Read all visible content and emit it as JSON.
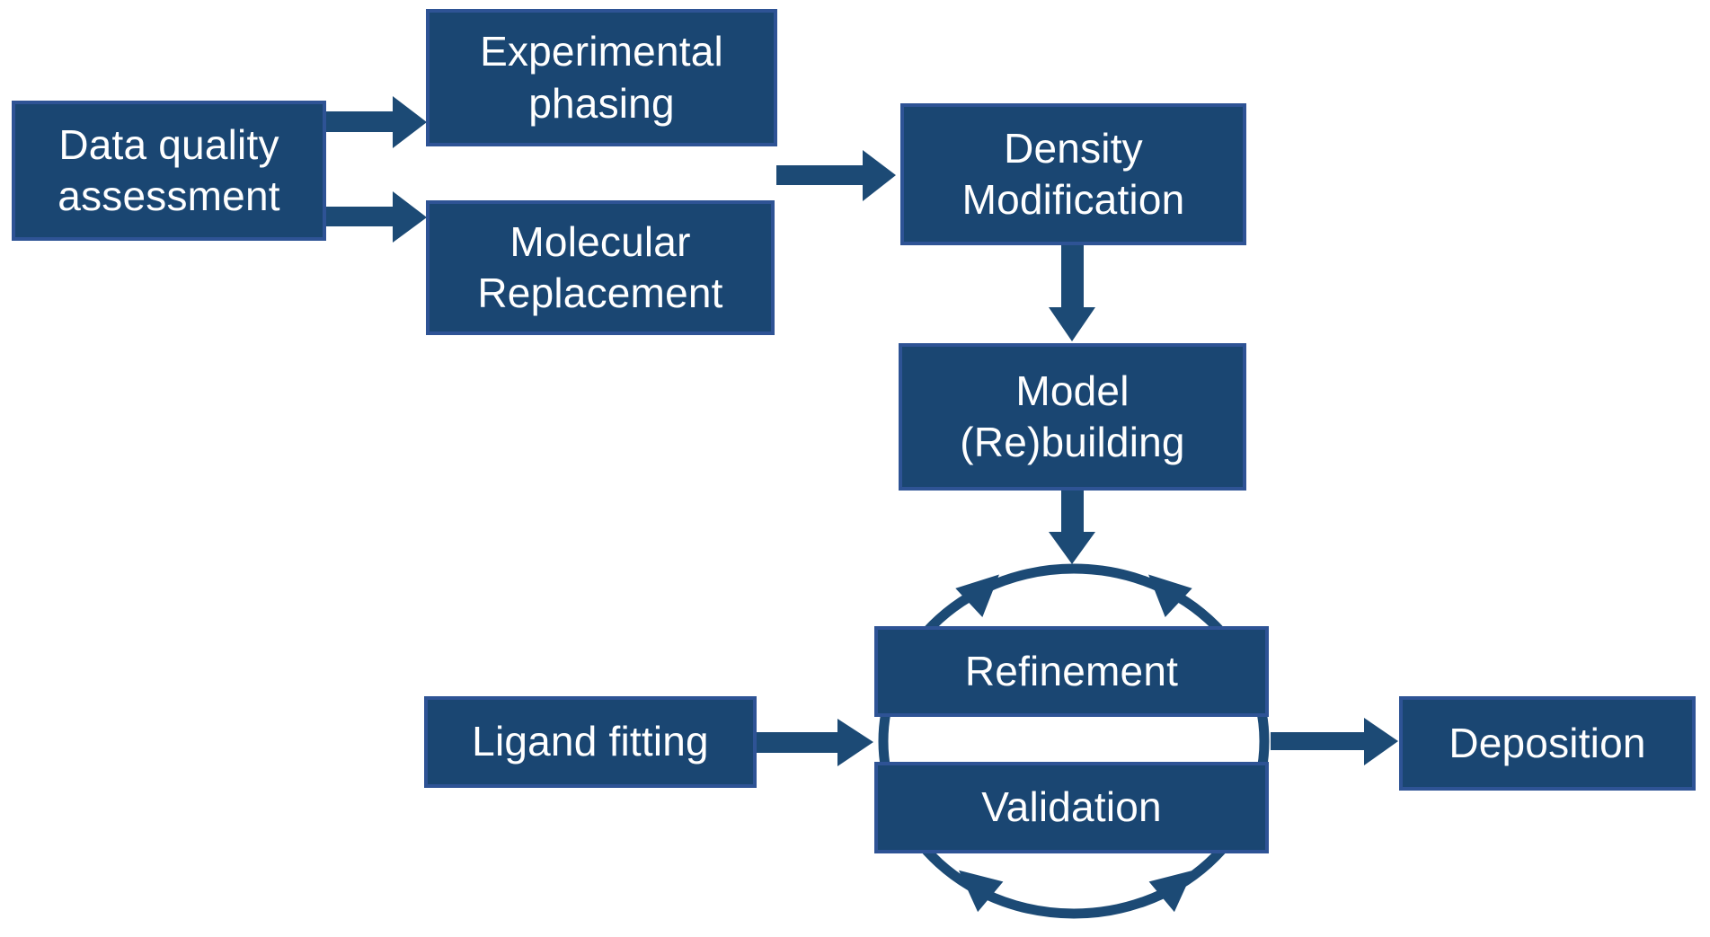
{
  "diagram": {
    "description": "Crystallography structure solution workflow flowchart",
    "colors": {
      "background": "#ffffff",
      "box_fill": "#1a4672",
      "box_border": "#2e5395",
      "arrow": "#1c4a75",
      "text": "#ffffff"
    },
    "nodes": [
      {
        "id": "data-quality-assessment",
        "label": "Data quality\nassessment"
      },
      {
        "id": "experimental-phasing",
        "label": "Experimental\nphasing"
      },
      {
        "id": "molecular-replacement",
        "label": "Molecular\nReplacement"
      },
      {
        "id": "density-modification",
        "label": "Density\nModification"
      },
      {
        "id": "model-rebuilding",
        "label": "Model\n(Re)building"
      },
      {
        "id": "refinement",
        "label": "Refinement"
      },
      {
        "id": "validation",
        "label": "Validation"
      },
      {
        "id": "ligand-fitting",
        "label": "Ligand fitting"
      },
      {
        "id": "deposition",
        "label": "Deposition"
      }
    ],
    "connections": [
      {
        "from": "Data quality assessment",
        "to": "Experimental phasing"
      },
      {
        "from": "Data quality assessment",
        "to": "Molecular Replacement"
      },
      {
        "from": "Experimental phasing / Molecular Replacement",
        "to": "Density Modification"
      },
      {
        "from": "Density Modification",
        "to": "Model (Re)building"
      },
      {
        "from": "Model (Re)building",
        "to": "Refinement / Validation cycle"
      },
      {
        "from": "Ligand fitting",
        "to": "Refinement / Validation cycle"
      },
      {
        "from": "Refinement / Validation cycle",
        "to": "Deposition"
      }
    ],
    "cycle": {
      "between": [
        "Refinement",
        "Validation"
      ],
      "shape": "circular-arrows"
    }
  }
}
